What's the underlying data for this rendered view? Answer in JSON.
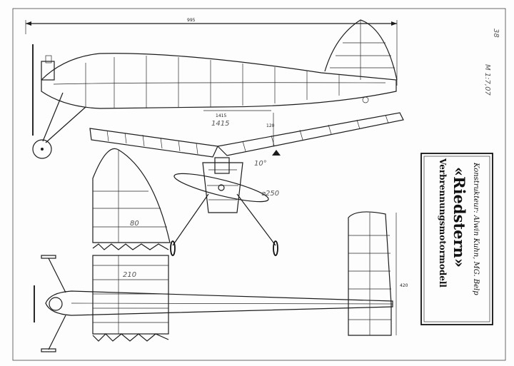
{
  "title_block": {
    "type_line": "Verbrennungsmotormodell",
    "model_name": "«Riedstern»",
    "credit": "Konstrukteur: Alwin Kuhn, MG. Belp"
  },
  "dimensions": {
    "overall_length": "995",
    "fuselage_label": "1415",
    "height_label": "120",
    "tail_height": "420",
    "wing_chord": "210",
    "rib_label": "80"
  },
  "handwritten": {
    "sheet_number": "38",
    "reference": "M 1:7,07",
    "length_note": "1415",
    "angle_note": "10°",
    "diameter_note": "⌀250"
  },
  "colors": {
    "ink": "#1c1c1c",
    "paper": "#fdfdfd"
  }
}
